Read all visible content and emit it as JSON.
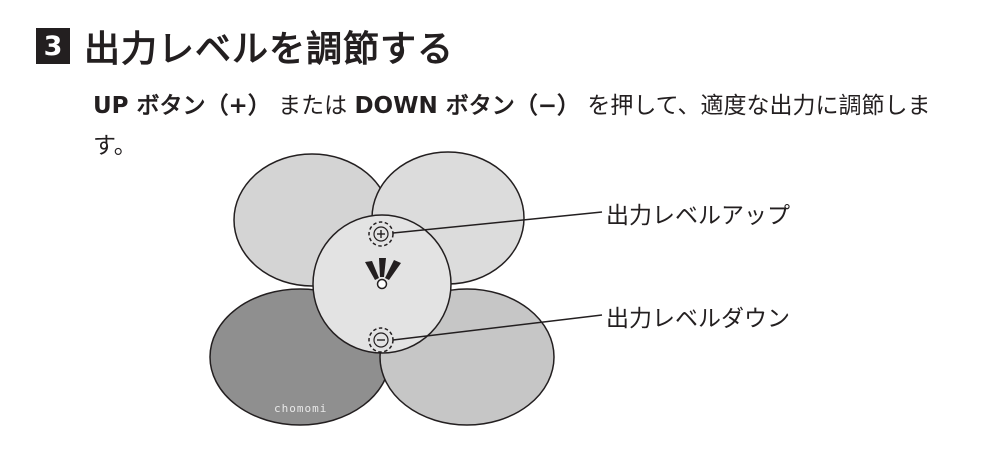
{
  "heading": {
    "number": "3",
    "title": "出力レベルを調節する"
  },
  "instruction": {
    "up_button": "UP ボタン",
    "up_symbol": "（+）",
    "connector": " または ",
    "down_button": "DOWN ボタン",
    "down_symbol": "（−）",
    "rest": " を押して、適度な出力に調節します。"
  },
  "figure": {
    "brand_text": "chomomi",
    "callouts": {
      "up": "出力レベルアップ",
      "down": "出力レベルダウン"
    },
    "colors": {
      "petal_light": "#d4d4d4",
      "petal_lighter": "#dcdcdc",
      "petal_mid": "#c6c6c6",
      "petal_dark": "#8f8f8f",
      "center_disc": "#e3e3e3",
      "outline": "#231f20"
    }
  }
}
